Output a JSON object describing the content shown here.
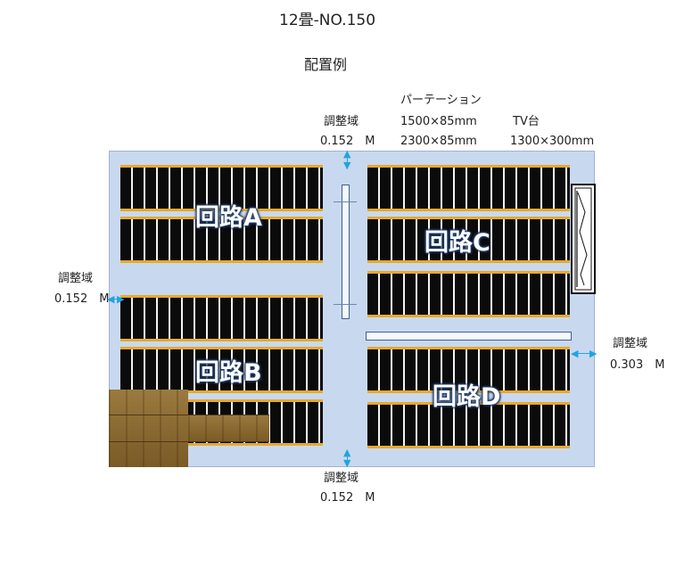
{
  "header": {
    "title": "12畳-NO.150",
    "subtitle": "配置例"
  },
  "labels": {
    "partition_title": "パーテーション",
    "partition_size_1": "1500×85mm",
    "partition_size_2": "2300×85mm",
    "tv_title": "TV台",
    "tv_size": "1300×300mm",
    "adjust_top_label": "調整域",
    "adjust_top_value": "0.152　M",
    "adjust_left_label": "調整域",
    "adjust_left_value": "0.152　M",
    "adjust_right_label": "調整域",
    "adjust_right_value": "0.303　M",
    "adjust_bottom_label": "調整域",
    "adjust_bottom_value": "0.152　M"
  },
  "circuits": {
    "a": "回路A",
    "b": "回路B",
    "c": "回路C",
    "d": "回路D"
  },
  "colors": {
    "room_fill": "#c8d9ef",
    "heater_film": "#0b0b0b",
    "heater_edge": "#e8a92c",
    "dimension_arrow": "#23a4e0"
  }
}
